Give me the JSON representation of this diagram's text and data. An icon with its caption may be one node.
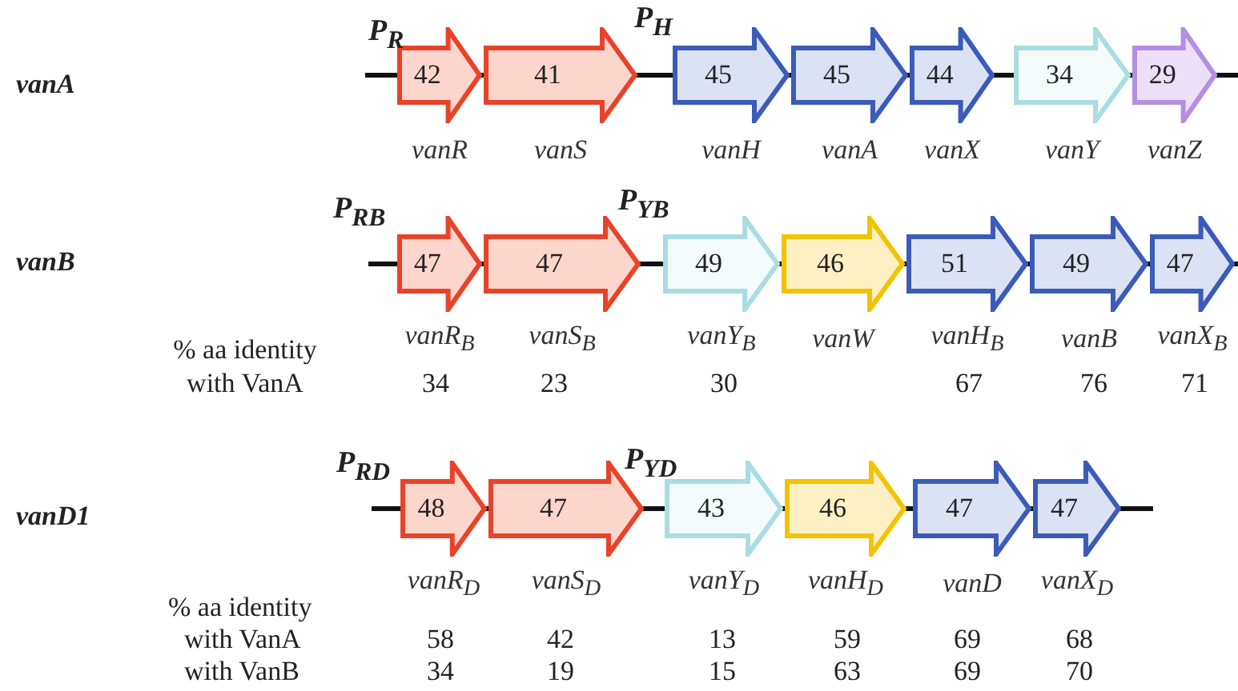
{
  "diagram": {
    "nodes": [
      {
        "text": [
          "42"
        ],
        "beside": [
          "vanR"
        ]
      },
      {
        "text": [
          "41"
        ],
        "beside": [
          "vanS"
        ]
      },
      {
        "text": [
          "45"
        ],
        "beside": [
          "vanH"
        ]
      },
      {
        "text": [
          "45"
        ],
        "beside": [
          "vanA"
        ]
      },
      {
        "text": [
          "44"
        ],
        "beside": [
          "vanX"
        ]
      },
      {
        "text": [
          "34"
        ],
        "beside": [
          "vanY"
        ]
      },
      {
        "text": [
          "29"
        ],
        "beside": [
          "vanZ"
        ]
      },
      {
        "text": [
          "47"
        ],
        "beside": [
          "vanR$_{B}$"
        ]
      },
      {
        "text": [
          "47"
        ],
        "beside": [
          "vanS$_{B}$"
        ]
      },
      {
        "text": [
          "49"
        ],
        "beside": [
          "vanY$_{B}$"
        ]
      },
      {
        "text": [
          "46"
        ],
        "beside": [
          "vanW"
        ]
      },
      {
        "text": [
          "51"
        ],
        "beside": [
          "vanH$_{B}$"
        ]
      },
      {
        "text": [
          "49"
        ],
        "beside": [
          "vanB"
        ]
      },
      {
        "text": [
          "47"
        ],
        "beside": [
          "vanX$_{B}$"
        ]
      },
      {
        "text": [
          "48"
        ],
        "beside": [
          "vanR$_{D}$"
        ]
      },
      {
        "text": [
          "47"
        ],
        "beside": [
          "vanS$_{D}$"
        ]
      },
      {
        "text": [
          "43"
        ],
        "beside": [
          "vanY$_{D}$"
        ]
      },
      {
        "text": [
          "46"
        ],
        "beside": [
          "vanH$_{D}$"
        ]
      },
      {
        "text": [
          "47"
        ],
        "beside": [
          "vanD"
        ]
      },
      {
        "text": [
          "47"
        ],
        "beside": [
          "vanX$_{D}$"
        ]
      }
    ],
    "labels": [
      "vanA",
      "P$_{R}$",
      "P$_{H}$",
      "vanB",
      "P$_{RB}$",
      "P$_{YB}$",
      "% aa identity with VanA",
      "34",
      "23",
      "30",
      "67",
      "76",
      "71",
      "vanD1",
      "P$_{RD}$",
      "P$_{YD}$",
      "% aa identity",
      "with VanA",
      "58",
      "42",
      "13",
      "59",
      "69",
      "68",
      "with VanB",
      "34",
      "19",
      "15",
      "63",
      "69",
      "70"
    ]
  }
}
